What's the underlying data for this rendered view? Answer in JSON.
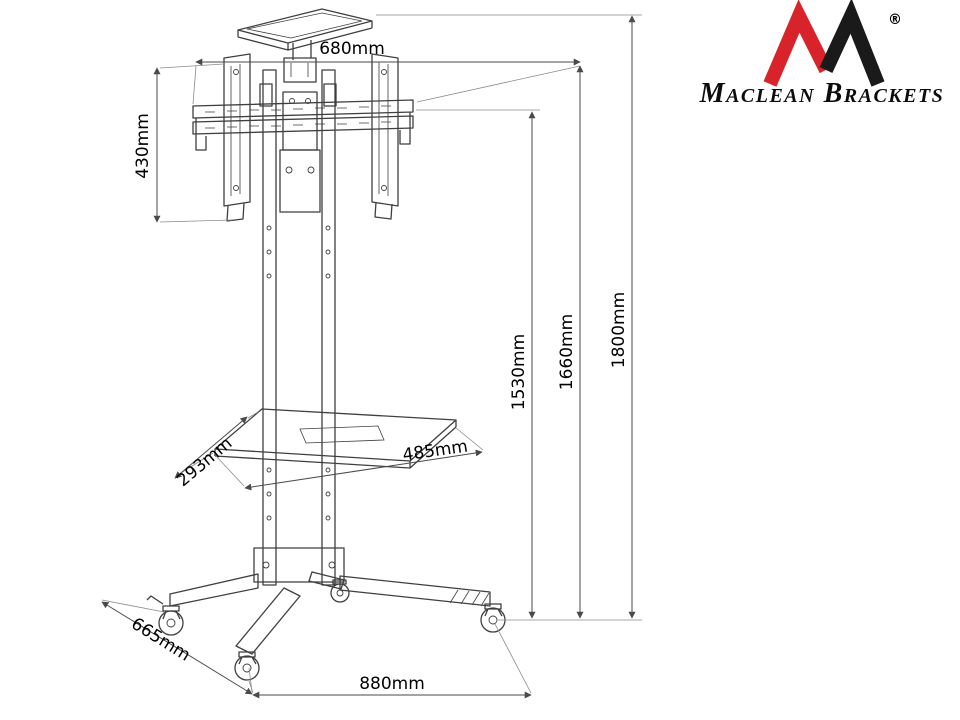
{
  "brand": {
    "name": "Maclean Brackets",
    "registered": "®",
    "colors": {
      "red": "#d8232a",
      "dark": "#1a1a1a"
    }
  },
  "dimensions": {
    "bracket_width": "680mm",
    "bracket_height": "430mm",
    "mount_height": "1530mm",
    "bracket_top_height": "1660mm",
    "total_height": "1800mm",
    "shelf_depth": "293mm",
    "shelf_width": "485mm",
    "base_depth": "665mm",
    "base_width": "880mm"
  }
}
